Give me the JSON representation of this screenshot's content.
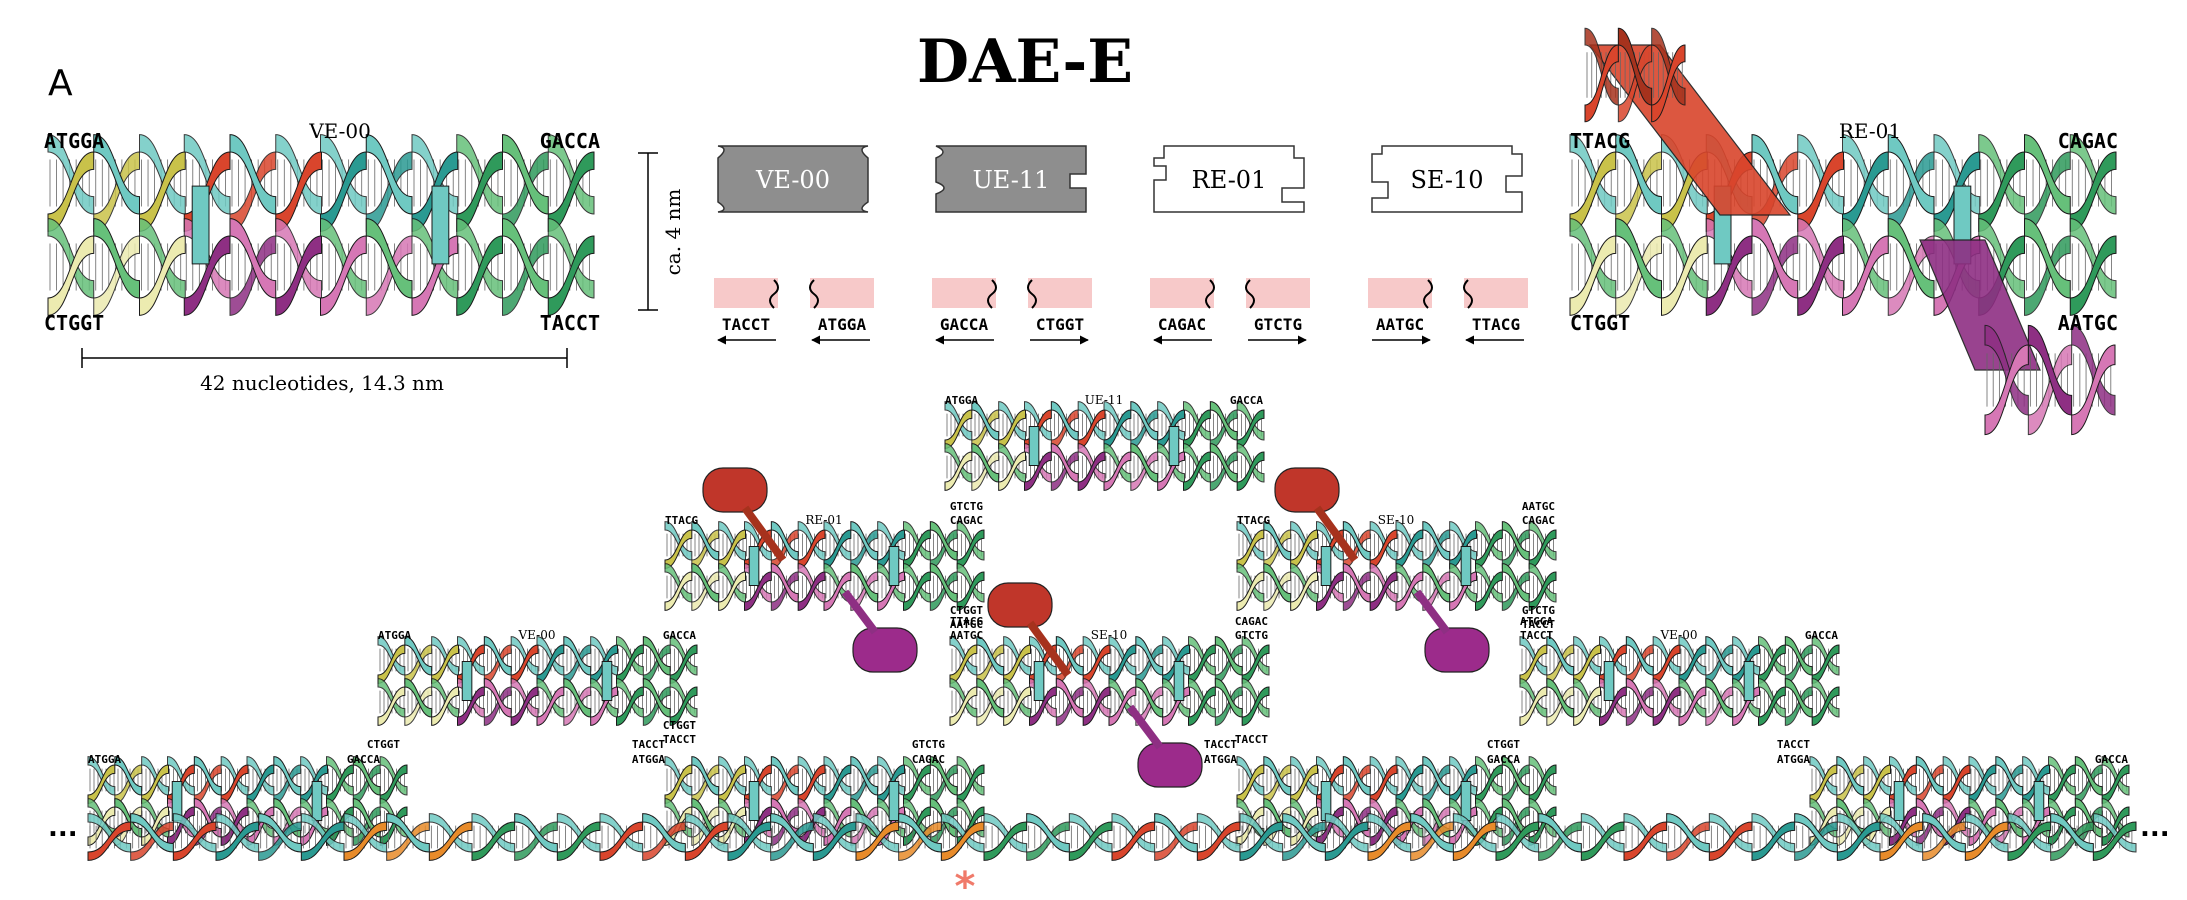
{
  "panel_label": "A",
  "title": "DAE-E",
  "dimensions": {
    "height_label": "ca. 4 nm",
    "length_label": "42 nucleotides, 14.3 nm"
  },
  "colors": {
    "yellow": "#c9c24a",
    "pale": "#ecebb0",
    "red": "#d9452c",
    "darkred": "#a6321d",
    "teal": "#2a9a92",
    "lightteal": "#6fc9c2",
    "green": "#2f9a5b",
    "lightgreen": "#66c07a",
    "purple": "#8e2f83",
    "pink": "#d677b5",
    "orange": "#e88b2a",
    "tile_gray": "#8e8e8e",
    "sticky_bg": "#f7c9c9",
    "ball_red": "#c0362a",
    "ball_purple": "#9c2b8b",
    "star": "#f07a6a"
  },
  "big_tiles": [
    {
      "name": "VE-00",
      "tl": "ATGGA",
      "tr": "GACCA",
      "bl": "CTGGT",
      "br": "TACCT",
      "kind": "ve"
    },
    {
      "name": "RE-01",
      "tl": "TTACG",
      "tr": "CAGAC",
      "bl": "CTGGT",
      "br": "AATGC",
      "kind": "re"
    }
  ],
  "tile_shapes": [
    {
      "name": "VE-00",
      "shade": "gray",
      "shape": "ve",
      "left_seq": "TACCT",
      "right_seq": "ATGGA",
      "left_dir": "left",
      "right_dir": "left"
    },
    {
      "name": "UE-11",
      "shade": "gray",
      "shape": "ue",
      "left_seq": "GACCA",
      "right_seq": "CTGGT",
      "left_dir": "left",
      "right_dir": "right"
    },
    {
      "name": "RE-01",
      "shade": "white",
      "shape": "re",
      "left_seq": "CAGAC",
      "right_seq": "GTCTG",
      "left_dir": "left",
      "right_dir": "right"
    },
    {
      "name": "SE-10",
      "shade": "white",
      "shape": "se",
      "left_seq": "AATGC",
      "right_seq": "TTACG",
      "left_dir": "right",
      "right_dir": "left"
    }
  ],
  "lattice_tiles": [
    {
      "name": "UE-11",
      "tl": "ATGGA",
      "tr": "GACCA",
      "bl": "",
      "br": "",
      "kind": "ue"
    },
    {
      "name": "RE-01",
      "tl": "TTACG",
      "tr": "CAGAC",
      "bl": "CTGGT",
      "br": "AATGC",
      "kind": "re",
      "top_extra": "GTCTG"
    },
    {
      "name": "SE-10",
      "tl": "TTACG",
      "tr": "CAGAC",
      "bl": "GTCTG",
      "br": "TACCT",
      "kind": "se",
      "top_extra": "AATGC"
    },
    {
      "name": "VE-00",
      "tl": "ATGGA",
      "tr": "GACCA",
      "bl": "CTGGT",
      "br": "TACCT",
      "kind": "ve"
    },
    {
      "name": "SE-10",
      "tl": "AATGC",
      "tr": "GTCTG",
      "tl2": "TTACG",
      "tr2": "CAGAC",
      "bl": "",
      "br": "TACCT",
      "kind": "se"
    },
    {
      "name": "VE-00",
      "tl": "TACCT",
      "tr": "GACCA",
      "tl2": "ATGGA",
      "bl": "",
      "br": "",
      "kind": "ve"
    }
  ],
  "bottom_row_labels": [
    "ATGGA",
    "CTGGT",
    "GACCA",
    "TACCT",
    "ATGGA",
    "GTCTG",
    "CAGAC",
    "TACCT",
    "ATGGA",
    "CTGGT",
    "GACCA",
    "TACCT",
    "ATGGA",
    "GACCA"
  ],
  "ellipsis": "...",
  "seed_marker": "*"
}
